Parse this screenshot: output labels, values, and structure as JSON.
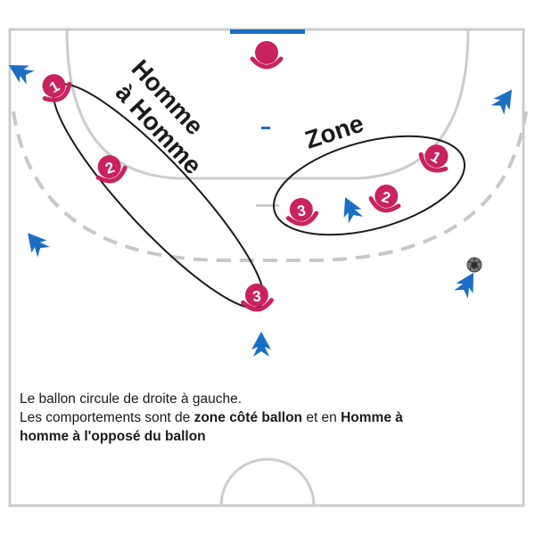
{
  "diagram": {
    "labels": {
      "man_line1": "Homme",
      "man_line2": "à Homme",
      "zone": "Zone"
    },
    "defenders": [
      {
        "id": "gk",
        "number": ""
      },
      {
        "id": "m1",
        "number": "1"
      },
      {
        "id": "m2",
        "number": "2"
      },
      {
        "id": "m3",
        "number": "3"
      },
      {
        "id": "z1",
        "number": "1"
      },
      {
        "id": "z2",
        "number": "2"
      },
      {
        "id": "z3",
        "number": "3"
      }
    ],
    "attacker_count": 6,
    "has_ball": true
  },
  "caption": {
    "line1": "Le ballon circule de droite à gauche.",
    "line2_a": "Les comportements sont de ",
    "line2_b": "zone côté ballon",
    "line2_c": " et en ",
    "line2_d": "Homme à",
    "line3": "homme à l'opposé du ballon"
  },
  "colors": {
    "defender": "#c8235f",
    "attacker": "#1a6fc2",
    "goal_bar": "#1a6fc2",
    "court_line": "#cccccc",
    "dashed_line": "#c8c8c8",
    "group_outline": "#1a1a1a",
    "label": "#1a1a1a"
  },
  "icons": {
    "defender": "defender-figure-icon",
    "attacker": "attacker-arrow-icon",
    "ball": "handball-icon"
  }
}
